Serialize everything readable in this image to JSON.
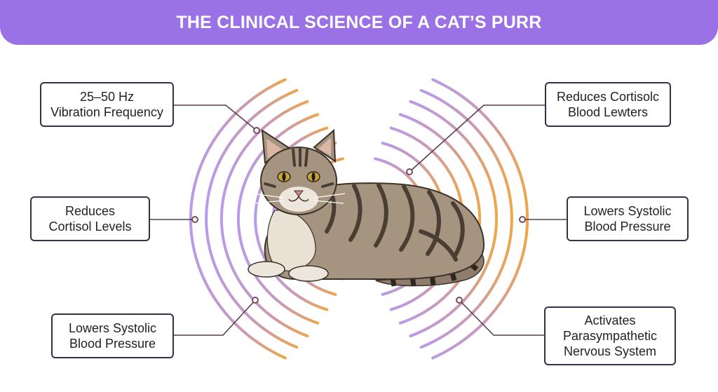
{
  "title": "THE CLINICAL SCIENCE OF A CAT’S PURR",
  "colors": {
    "banner": "#9b72e6",
    "wave_left": "#b89be8",
    "wave_right": "#eea64a",
    "connector": "#5a3d4a",
    "box_border": "#3a2f4a",
    "cat_fur": "#a59580",
    "cat_stripes": "#4a3e33"
  },
  "callouts": {
    "top_left": {
      "line1": "25–50 Hz",
      "line2": "Vibration Frequency"
    },
    "mid_left": {
      "line1": "Reduces",
      "line2": "Cortisol Levels"
    },
    "bottom_left": {
      "line1": "Lowers Systolic",
      "line2": "Blood Pressure"
    },
    "top_right": {
      "line1": "Reduces Cortisolc",
      "line2": "Blood Lewters"
    },
    "mid_right": {
      "line1": "Lowers Systolic",
      "line2": "Blood Pressure"
    },
    "bottom_right": {
      "line1": "Activates",
      "line2": "Parasympathetic",
      "line3": "Nervous System"
    }
  },
  "illustration": {
    "subject": "tabby-cat-lying-down",
    "icon": "purr-vibration-waves"
  }
}
